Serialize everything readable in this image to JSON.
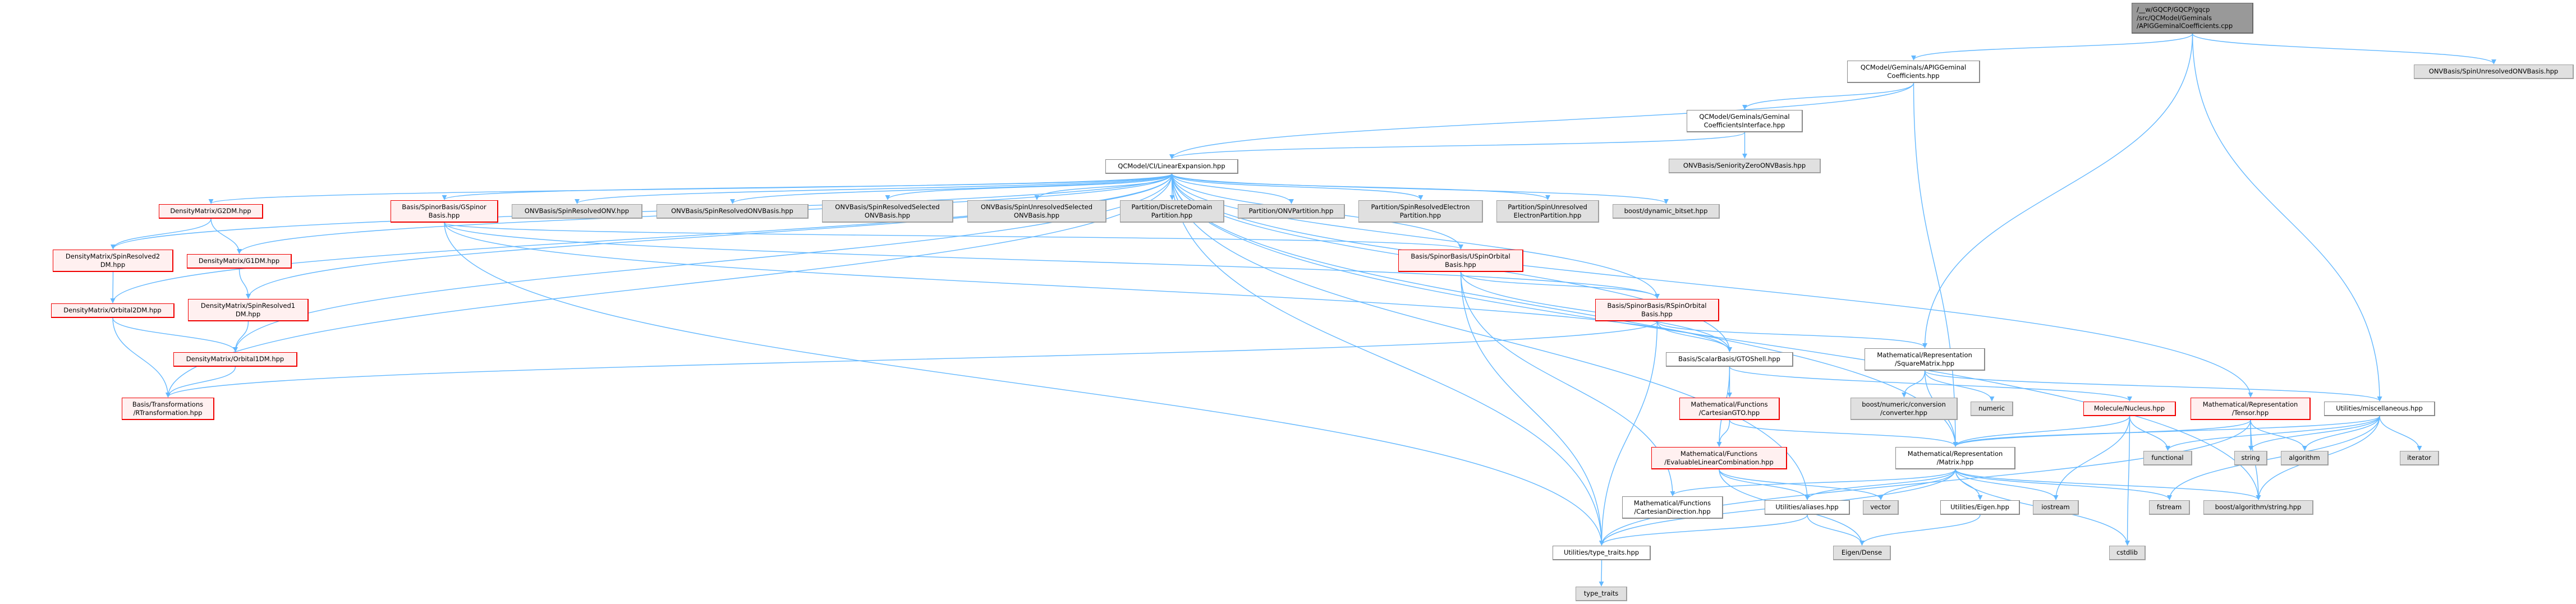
{
  "palette": {
    "edge": "#63b8ff",
    "documented_fill": "#ffffff",
    "truncated_fill": "#fff0f0",
    "truncated_border": "#f00000",
    "external_fill": "#e0e0e0",
    "root_fill": "#999999"
  },
  "nodes": [
    {
      "lines": [
        "/__w/GQCP/GQCP/gqcp",
        "/src/QCModel/Geminals",
        "/APIGGeminalCoefficients.cpp"
      ]
    },
    {
      "lines": [
        "QCModel/Geminals/APIGGeminal",
        "Coefficients.hpp"
      ]
    },
    {
      "lines": [
        "ONVBasis/SpinUnresolvedONVBasis.hpp"
      ]
    },
    {
      "lines": [
        "QCModel/Geminals/Geminal",
        "CoefficientsInterface.hpp"
      ]
    },
    {
      "lines": [
        "QCModel/CI/LinearExpansion.hpp"
      ]
    },
    {
      "lines": [
        "ONVBasis/SeniorityZeroONVBasis.hpp"
      ]
    },
    {
      "lines": [
        "DensityMatrix/G2DM.hpp"
      ]
    },
    {
      "lines": [
        "Basis/SpinorBasis/GSpinor",
        "Basis.hpp"
      ]
    },
    {
      "lines": [
        "ONVBasis/SpinResolvedONV.hpp"
      ]
    },
    {
      "lines": [
        "ONVBasis/SpinResolvedONVBasis.hpp"
      ]
    },
    {
      "lines": [
        "ONVBasis/SpinResolvedSelected",
        "ONVBasis.hpp"
      ]
    },
    {
      "lines": [
        "ONVBasis/SpinUnresolvedSelected",
        "ONVBasis.hpp"
      ]
    },
    {
      "lines": [
        "Partition/DiscreteDomain",
        "Partition.hpp"
      ]
    },
    {
      "lines": [
        "Partition/ONVPartition.hpp"
      ]
    },
    {
      "lines": [
        "Partition/SpinResolvedElectron",
        "Partition.hpp"
      ]
    },
    {
      "lines": [
        "Partition/SpinUnresolved",
        "ElectronPartition.hpp"
      ]
    },
    {
      "lines": [
        "boost/dynamic_bitset.hpp"
      ]
    },
    {
      "lines": [
        "DensityMatrix/SpinResolved2",
        "DM.hpp"
      ]
    },
    {
      "lines": [
        "DensityMatrix/G1DM.hpp"
      ]
    },
    {
      "lines": [
        "Basis/SpinorBasis/USpinOrbital",
        "Basis.hpp"
      ]
    },
    {
      "lines": [
        "DensityMatrix/Orbital2DM.hpp"
      ]
    },
    {
      "lines": [
        "DensityMatrix/SpinResolved1",
        "DM.hpp"
      ]
    },
    {
      "lines": [
        "Basis/SpinorBasis/RSpinOrbital",
        "Basis.hpp"
      ]
    },
    {
      "lines": [
        "DensityMatrix/Orbital1DM.hpp"
      ]
    },
    {
      "lines": [
        "Basis/ScalarBasis/GTOShell.hpp"
      ]
    },
    {
      "lines": [
        "Mathematical/Representation",
        "/SquareMatrix.hpp"
      ]
    },
    {
      "lines": [
        "Basis/Transformations",
        "/RTransformation.hpp"
      ]
    },
    {
      "lines": [
        "Mathematical/Functions",
        "/CartesianGTO.hpp"
      ]
    },
    {
      "lines": [
        "boost/numeric/conversion",
        "/converter.hpp"
      ]
    },
    {
      "lines": [
        "numeric"
      ]
    },
    {
      "lines": [
        "Molecule/Nucleus.hpp"
      ]
    },
    {
      "lines": [
        "Mathematical/Representation",
        "/Tensor.hpp"
      ]
    },
    {
      "lines": [
        "Utilities/miscellaneous.hpp"
      ]
    },
    {
      "lines": [
        "Mathematical/Functions",
        "/EvaluableLinearCombination.hpp"
      ]
    },
    {
      "lines": [
        "Mathematical/Representation",
        "/Matrix.hpp"
      ]
    },
    {
      "lines": [
        "functional"
      ]
    },
    {
      "lines": [
        "string"
      ]
    },
    {
      "lines": [
        "algorithm"
      ]
    },
    {
      "lines": [
        "iterator"
      ]
    },
    {
      "lines": [
        "Mathematical/Functions",
        "/CartesianDirection.hpp"
      ]
    },
    {
      "lines": [
        "Utilities/aliases.hpp"
      ]
    },
    {
      "lines": [
        "vector"
      ]
    },
    {
      "lines": [
        "Utilities/Eigen.hpp"
      ]
    },
    {
      "lines": [
        "iostream"
      ]
    },
    {
      "lines": [
        "fstream"
      ]
    },
    {
      "lines": [
        "boost/algorithm/string.hpp"
      ]
    },
    {
      "lines": [
        "Utilities/type_traits.hpp"
      ]
    },
    {
      "lines": [
        "Eigen/Dense"
      ]
    },
    {
      "lines": [
        "cstdlib"
      ]
    },
    {
      "lines": [
        "type_traits"
      ]
    }
  ],
  "edges": [
    [
      0,
      1
    ],
    [
      0,
      2
    ],
    [
      0,
      25
    ],
    [
      0,
      32
    ],
    [
      1,
      3
    ],
    [
      1,
      4
    ],
    [
      1,
      34
    ],
    [
      3,
      4
    ],
    [
      3,
      5
    ],
    [
      4,
      6
    ],
    [
      4,
      7
    ],
    [
      4,
      8
    ],
    [
      4,
      9
    ],
    [
      4,
      10
    ],
    [
      4,
      11
    ],
    [
      4,
      12
    ],
    [
      4,
      13
    ],
    [
      4,
      14
    ],
    [
      4,
      15
    ],
    [
      4,
      16
    ],
    [
      4,
      17
    ],
    [
      4,
      18
    ],
    [
      4,
      19
    ],
    [
      4,
      20
    ],
    [
      4,
      21
    ],
    [
      4,
      22
    ],
    [
      4,
      23
    ],
    [
      4,
      24
    ],
    [
      4,
      26
    ],
    [
      4,
      31
    ],
    [
      4,
      34
    ],
    [
      4,
      40
    ],
    [
      4,
      46
    ],
    [
      4,
      45
    ],
    [
      6,
      17
    ],
    [
      6,
      18
    ],
    [
      17,
      20
    ],
    [
      18,
      21
    ],
    [
      20,
      23
    ],
    [
      20,
      26
    ],
    [
      21,
      23
    ],
    [
      23,
      26
    ],
    [
      7,
      19
    ],
    [
      7,
      22
    ],
    [
      7,
      24
    ],
    [
      7,
      46
    ],
    [
      19,
      22
    ],
    [
      19,
      24
    ],
    [
      19,
      46
    ],
    [
      19,
      39
    ],
    [
      22,
      26
    ],
    [
      22,
      24
    ],
    [
      22,
      25
    ],
    [
      22,
      46
    ],
    [
      24,
      27
    ],
    [
      24,
      33
    ],
    [
      24,
      30
    ],
    [
      27,
      33
    ],
    [
      27,
      34
    ],
    [
      33,
      40
    ],
    [
      33,
      41
    ],
    [
      33,
      47
    ],
    [
      25,
      28
    ],
    [
      25,
      29
    ],
    [
      25,
      34
    ],
    [
      25,
      32
    ],
    [
      30,
      34
    ],
    [
      30,
      35
    ],
    [
      30,
      48
    ],
    [
      30,
      43
    ],
    [
      31,
      34
    ],
    [
      31,
      36
    ],
    [
      31,
      37
    ],
    [
      31,
      46
    ],
    [
      31,
      45
    ],
    [
      32,
      35
    ],
    [
      32,
      36
    ],
    [
      32,
      37
    ],
    [
      32,
      38
    ],
    [
      32,
      44
    ],
    [
      32,
      45
    ],
    [
      32,
      34
    ],
    [
      34,
      39
    ],
    [
      34,
      40
    ],
    [
      34,
      41
    ],
    [
      34,
      42
    ],
    [
      34,
      43
    ],
    [
      34,
      44
    ],
    [
      34,
      45
    ],
    [
      34,
      46
    ],
    [
      34,
      48
    ],
    [
      40,
      46
    ],
    [
      40,
      47
    ],
    [
      42,
      47
    ],
    [
      46,
      49
    ]
  ]
}
